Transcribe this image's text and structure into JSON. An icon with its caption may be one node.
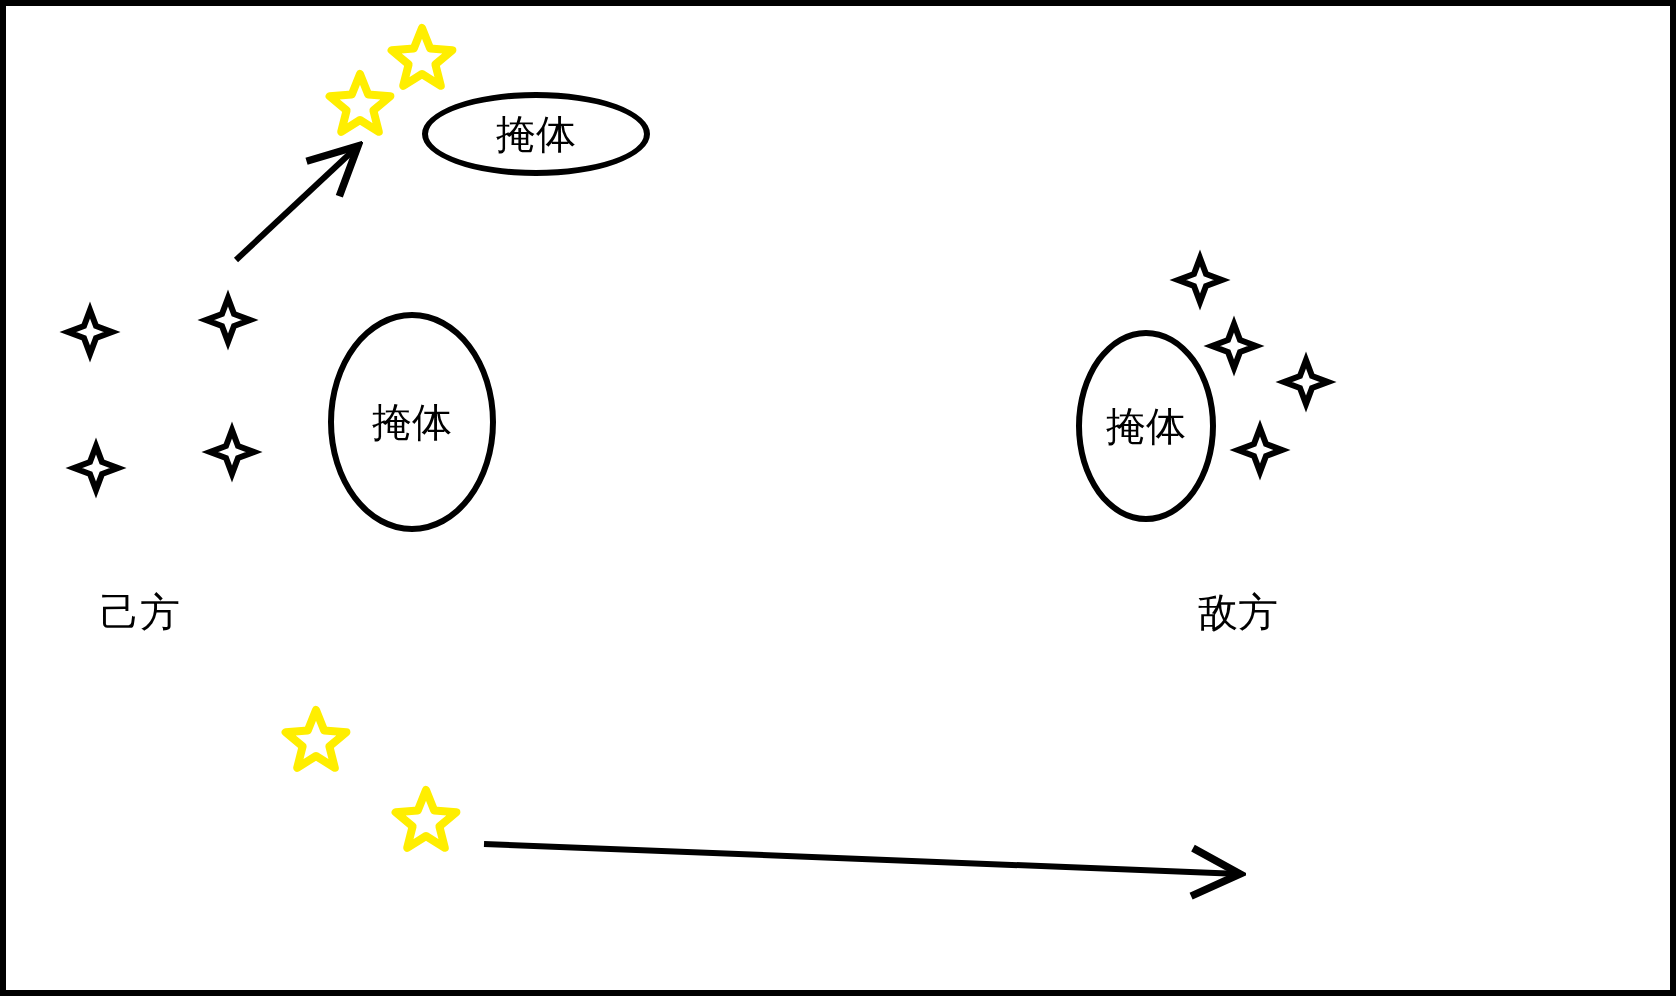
{
  "diagram": {
    "nodes": [
      {
        "text": [
          "掩体"
        ]
      },
      {
        "text": [
          "掩体"
        ]
      },
      {
        "text": [
          "掩体"
        ]
      },
      {
        "text": [],
        "shape": "star"
      },
      {
        "text": [],
        "shape": "star"
      }
    ],
    "edges": [
      {
        "from": null,
        "to": 3,
        "arrow": "to"
      },
      {
        "from": 4,
        "to": null,
        "arrow": "to"
      }
    ],
    "labels": [
      "己方",
      "敌方"
    ]
  }
}
